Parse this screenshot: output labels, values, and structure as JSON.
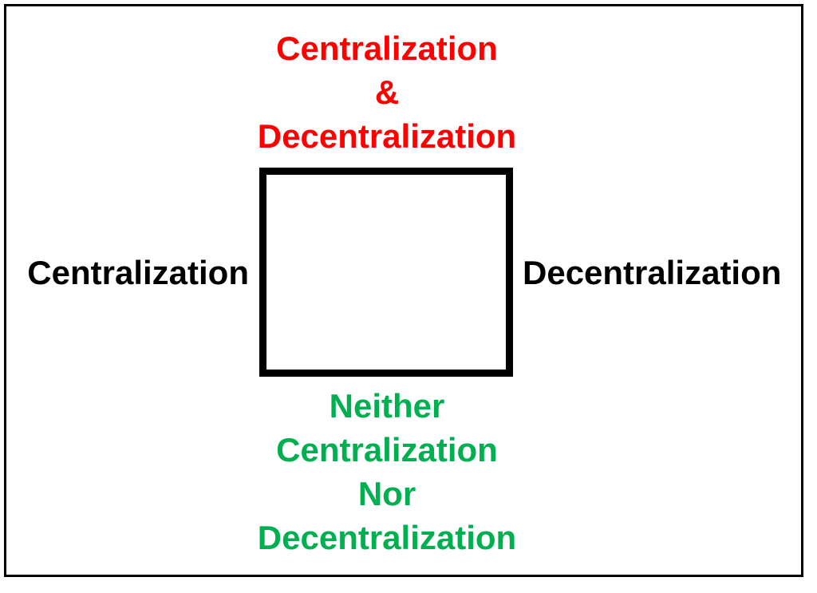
{
  "diagram": {
    "title_hint": "Four-corner diagram of centralization positions",
    "colors": {
      "frame": "#000000",
      "square": "#000000",
      "top_label": "#ff0000",
      "side_labels": "#000000",
      "bottom_label": "#00b050",
      "background": "#ffffff"
    },
    "top_label": {
      "lines": [
        "Centralization",
        "&",
        "Decentralization"
      ]
    },
    "left_label": {
      "text": "Centralization"
    },
    "right_label": {
      "text": "Decentralization"
    },
    "bottom_label": {
      "lines": [
        "Neither",
        "Centralization",
        "Nor",
        "Decentralization"
      ]
    }
  }
}
